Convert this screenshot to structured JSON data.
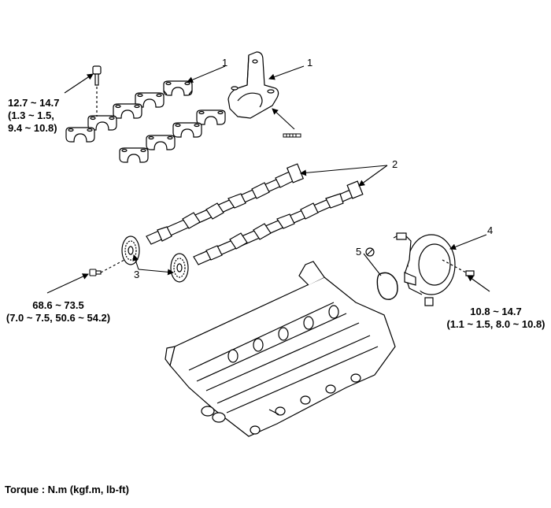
{
  "callouts": {
    "c1a": "1",
    "c1b": "1",
    "c2": "2",
    "c3": "3",
    "c4": "4",
    "c5": "5"
  },
  "torque": {
    "cap_bolt": {
      "line1": "12.7 ~ 14.7",
      "line2": "(1.3 ~ 1.5,",
      "line3": "9.4 ~ 10.8)"
    },
    "sprocket_bolt": {
      "line1": "68.6 ~ 73.5",
      "line2": "(7.0 ~ 7.5, 50.6 ~ 54.2)"
    },
    "pump_bolt": {
      "line1": "10.8 ~ 14.7",
      "line2": "(1.1 ~ 1.5, 8.0 ~ 10.8)"
    }
  },
  "footer": {
    "torque_units": "Torque : N.m (kgf.m, lb-ft)"
  }
}
